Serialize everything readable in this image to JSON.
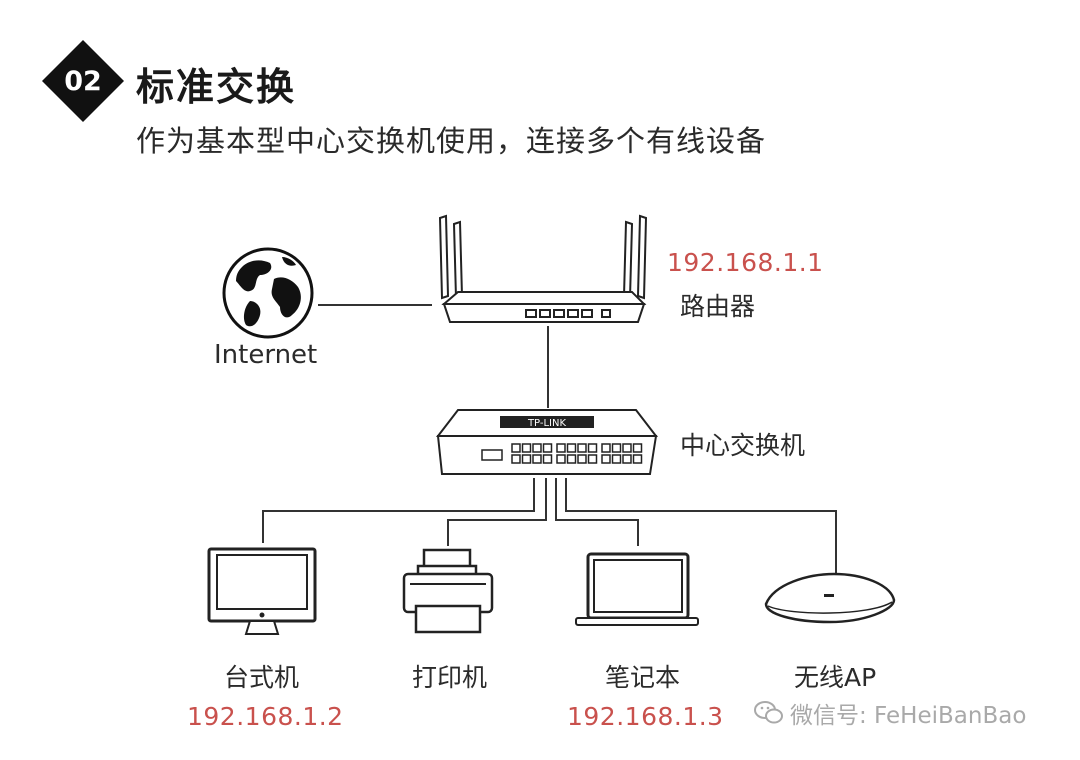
{
  "header": {
    "badge_number": "02",
    "title": "标准交换",
    "subtitle": "作为基本型中心交换机使用，连接多个有线设备"
  },
  "nodes": {
    "internet": {
      "label": "Internet",
      "icon": "globe-icon"
    },
    "router": {
      "label": "路由器",
      "ip": "192.168.1.1",
      "icon": "router-icon"
    },
    "switch": {
      "label": "中心交换机",
      "icon": "switch-icon",
      "brand_text": "TP-LINK"
    },
    "desktop": {
      "label": "台式机",
      "ip": "192.168.1.2",
      "icon": "desktop-monitor-icon"
    },
    "printer": {
      "label": "打印机",
      "icon": "printer-icon"
    },
    "laptop": {
      "label": "笔记本",
      "ip": "192.168.1.3",
      "icon": "laptop-icon"
    },
    "ap": {
      "label": "无线AP",
      "icon": "wireless-ap-icon"
    }
  },
  "watermark": {
    "text": "微信号: FeHeiBanBao",
    "icon": "wechat-icon"
  },
  "colors": {
    "ip_text": "#c9514d",
    "line": "#333333",
    "badge": "#111111",
    "watermark": "#a9a9a9"
  }
}
